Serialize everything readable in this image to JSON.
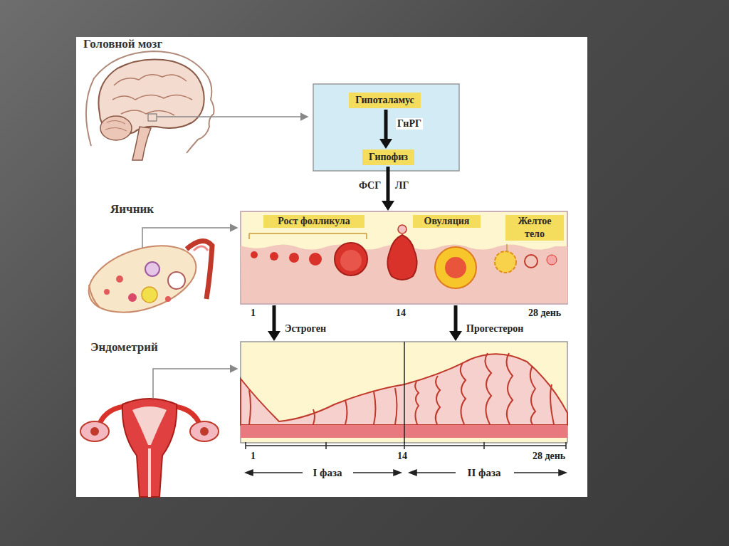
{
  "diagram": {
    "nodes": [
      {
        "text": [
          "Гипоталамус"
        ]
      },
      {
        "text": [
          "Гипофиз"
        ]
      },
      {
        "text": [
          "Рост фолликула",
          "Овуляция",
          "Желтое тело"
        ]
      },
      {
        "text": [
          "I фаза",
          "II фаза"
        ]
      }
    ],
    "edges": [
      {
        "from": 0,
        "to": 1,
        "label": "ГнРГ",
        "arrow": "to"
      },
      {
        "from": 1,
        "to": 2,
        "label": "ФСГ",
        "arrow": "to"
      },
      {
        "from": 2,
        "to": 3,
        "label": "Эстроген",
        "arrow": "to"
      },
      {
        "from": 2,
        "to": 3,
        "label": "Прогестерон",
        "arrow": "to"
      }
    ],
    "labels": [
      "Головной мозг",
      "ЛГ",
      "Яичник",
      "1",
      "14",
      "28 день",
      "Эндометрий",
      "1",
      "14",
      "28 день"
    ]
  }
}
